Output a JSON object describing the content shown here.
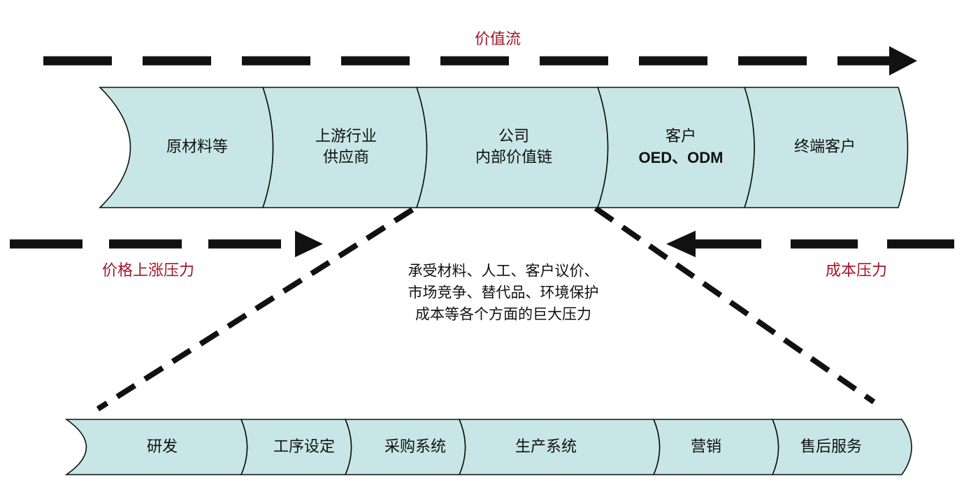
{
  "colors": {
    "segment_fill": "#c8e6e6",
    "segment_stroke": "#111111",
    "arrow": "#111111",
    "label_red": "#a0162a"
  },
  "value_flow_label": "价值流",
  "top_chain": [
    {
      "lines": [
        "原材料等"
      ]
    },
    {
      "lines": [
        "上游行业",
        "供应商"
      ]
    },
    {
      "lines": [
        "公司",
        "内部价值链"
      ]
    },
    {
      "lines": [
        "客户",
        "OED、ODM"
      ]
    },
    {
      "lines": [
        "终端客户"
      ]
    }
  ],
  "price_pressure_label": "价格上涨压力",
  "cost_pressure_label": "成本压力",
  "pressure_note": [
    "承受材料、人工、客户议价、",
    "市场竞争、替代品、环境保护",
    "成本等各个方面的巨大压力"
  ],
  "bottom_chain": [
    {
      "label": "研发"
    },
    {
      "label": "工序设定"
    },
    {
      "label": "采购系统"
    },
    {
      "label": "生产系统"
    },
    {
      "label": "营销"
    },
    {
      "label": "售后服务"
    }
  ]
}
